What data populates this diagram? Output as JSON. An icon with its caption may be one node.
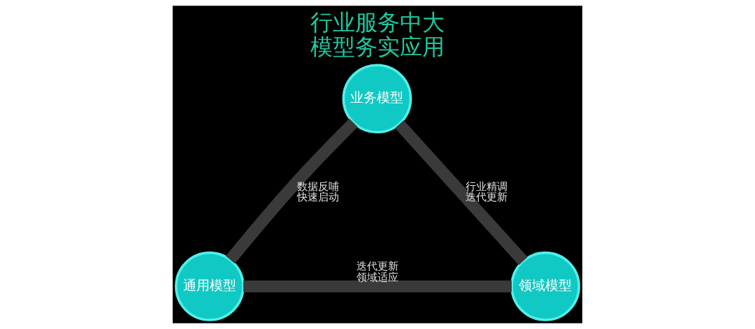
{
  "diagram": {
    "title": "行业服务中大模型务实应用",
    "nodes": [
      {
        "text": [
          "业务模型"
        ]
      },
      {
        "text": [
          "通用模型"
        ]
      },
      {
        "text": [
          "领域模型"
        ]
      }
    ],
    "edges": [
      {
        "from": 0,
        "to": 1,
        "arrow": "none",
        "label": "数据反哺快速启动"
      },
      {
        "from": 0,
        "to": 2,
        "arrow": "none",
        "label": "行业精调迭代更新"
      },
      {
        "from": 1,
        "to": 2,
        "arrow": "none",
        "label": "迭代更新领域适应"
      }
    ]
  }
}
